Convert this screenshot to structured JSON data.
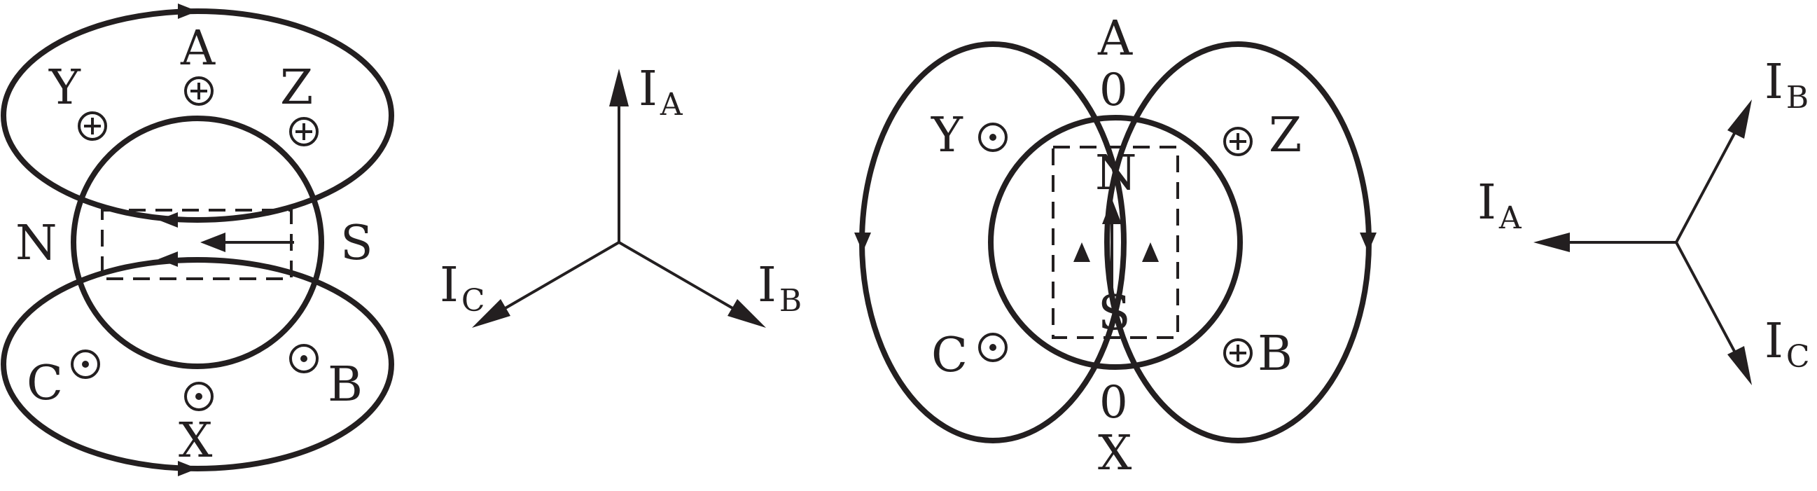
{
  "figure": {
    "left_machine": {
      "pole_north": "N",
      "pole_south": "S",
      "conductors": {
        "A": "A",
        "X": "X",
        "B": "B",
        "Y": "Y",
        "C": "C",
        "Z": "Z"
      }
    },
    "left_phasor": {
      "IA": {
        "main": "I",
        "sub": "A"
      },
      "IB": {
        "main": "I",
        "sub": "B"
      },
      "IC": {
        "main": "I",
        "sub": "C"
      }
    },
    "right_machine": {
      "pole_north": "N",
      "pole_south": "S",
      "conductors": {
        "A": "A",
        "X": "X",
        "B": "B",
        "Y": "Y",
        "C": "C",
        "Z": "Z"
      },
      "zero_top": "0",
      "zero_bottom": "0"
    },
    "right_phasor": {
      "IA": {
        "main": "I",
        "sub": "A"
      },
      "IB": {
        "main": "I",
        "sub": "B"
      },
      "IC": {
        "main": "I",
        "sub": "C"
      }
    }
  }
}
